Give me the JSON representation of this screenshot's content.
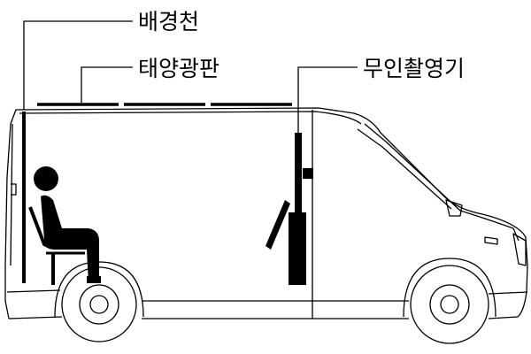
{
  "labels": {
    "backdrop": "배경천",
    "solar_panel": "태양광판",
    "camera": "무인촬영기"
  },
  "colors": {
    "stroke": "#000000",
    "fill_dark": "#000000",
    "background": "#ffffff"
  }
}
